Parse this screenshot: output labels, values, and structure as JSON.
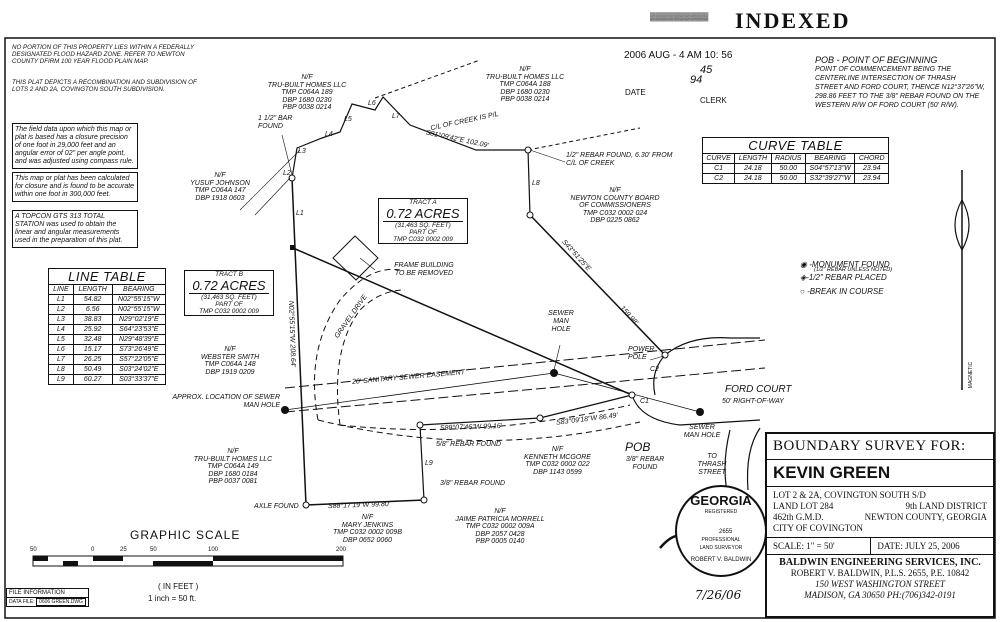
{
  "stamp": {
    "top_text": "INDEXED",
    "date_line": "2006 AUG - 4  AM 10: 56",
    "page_line1": "45",
    "page_line2": "94",
    "date_label": "DATE",
    "clerk": "CLERK"
  },
  "flood_note": "NO PORTION OF THIS PROPERTY LIES WITHIN A FEDERALLY DESIGNATED FLOOD HAZARD ZONE. REFER TO NEWTON COUNTY DFIRM 100 YEAR FLOOD PLAIN MAP.",
  "recombination_note": "THIS PLAT DEPICTS A RECOMBINATION AND SUBDIVISION OF LOTS 2 AND 2A, COVINGTON SOUTH SUBDIVISION.",
  "field_note": "The field data upon which this map or plat is based has a closure precision of one foot in 29,000 feet and an angular error of 02\" per angle point, and was adjusted using compass rule.",
  "closure_note": "This map or plat has been calculated for closure and is found to be accurate within one foot in 300,000 feet.",
  "instrument_note": "A TOPCON GTS 313 TOTAL STATION was used to obtain the linear and angular measurements used in the preparation of this plat.",
  "pob_note": {
    "title": "POB - POINT OF BEGINNING",
    "text": "POINT OF COMMENCEMENT BEING THE CENTERLINE INTERSECTION OF THRASH STREET AND FORD COURT, THENCE N12°37'26\"W, 298.86 FEET TO THE 3/8\" REBAR FOUND ON THE WESTERN R/W OF FORD COURT (50' R/W)."
  },
  "curve_table": {
    "title": "CURVE TABLE",
    "headers": [
      "CURVE",
      "LENGTH",
      "RADIUS",
      "BEARING",
      "CHORD"
    ],
    "rows": [
      [
        "C1",
        "24.18",
        "50.00",
        "S04°57'13\"W",
        "23.94"
      ],
      [
        "C2",
        "24.18",
        "50.00",
        "S32°39'27\"W",
        "23.94"
      ]
    ]
  },
  "line_table": {
    "title": "LINE TABLE",
    "headers": [
      "LINE",
      "LENGTH",
      "BEARING"
    ],
    "rows": [
      [
        "L1",
        "54.82",
        "N02°55'15\"W"
      ],
      [
        "L2",
        "6.56",
        "N02°55'15\"W"
      ],
      [
        "L3",
        "38.83",
        "N29°02'19\"E"
      ],
      [
        "L4",
        "25.92",
        "S64°23'53\"E"
      ],
      [
        "L5",
        "32.48",
        "N29°48'39\"E"
      ],
      [
        "L6",
        "15.17",
        "S73°26'49\"E"
      ],
      [
        "L7",
        "26.25",
        "S57°22'05\"E"
      ],
      [
        "L8",
        "50.49",
        "S03°24'02\"E"
      ],
      [
        "L9",
        "60.27",
        "S03°33'37\"E"
      ]
    ]
  },
  "legend": {
    "monument": "-MONUMENT FOUND",
    "monument_sub": "(1/2\" REBAR UNLESS NOTED)",
    "rebar": "-1/2\" REBAR PLACED",
    "break": "-BREAK IN COURSE"
  },
  "tracts": {
    "a": {
      "name": "TRACT A",
      "acres": "0.72 ACRES",
      "sqft": "(31,463 SQ. FEET)",
      "part": "PART OF",
      "tmp": "TMP C032 0002 009"
    },
    "b": {
      "name": "TRACT B",
      "acres": "0.72 ACRES",
      "sqft": "(31,463 SQ. FEET)",
      "part": "PART OF",
      "tmp": "TMP C032 0002 009"
    }
  },
  "owners": {
    "tru1": [
      "N/F",
      "TRU-BUILT HOMES LLC",
      "TMP C064A 189",
      "DBP 1680 0230",
      "PBP 0038 0214"
    ],
    "tru2": [
      "N/F",
      "TRU-BUILT HOMES LLC",
      "TMP C064A 188",
      "DBP 1680 0230",
      "PBP 0038 0214"
    ],
    "yusuf": [
      "N/F",
      "YUSUF JOHNSON",
      "TMP C064A 147",
      "DBP 1918 0603"
    ],
    "newton": [
      "N/F",
      "NEWTON COUNTY BOARD",
      "OF COMMISSIONERS",
      "TMP C032 0002 024",
      "DBP 0225 0862"
    ],
    "webster": [
      "N/F",
      "WEBSTER SMITH",
      "TMP C064A 148",
      "DBP 1919 0209"
    ],
    "tru3": [
      "N/F",
      "TRU-BUILT HOMES LLC",
      "TMP C064A 149",
      "DBP 1680 0184",
      "PBP 0037 0081"
    ],
    "kenneth": [
      "N/F",
      "KENNETH MCGORE",
      "TMP C032 0002 022",
      "DBP 1143 0599"
    ],
    "mary": [
      "N/F",
      "MARY JENKINS",
      "TMP C032 0002 009B",
      "DBP 0652 0060"
    ],
    "jaime": [
      "N/F",
      "JAIME PATRICIA MORRELL",
      "TMP C032 0002 009A",
      "DBP 2057 0428",
      "PBP 0005 0140"
    ]
  },
  "map_labels": {
    "bar_found": "1 1/2\" BAR FOUND",
    "creek_pl": "C/L OF CREEK IS P/L",
    "creek_bearing": "S81°09'42\"E 102.09'",
    "rebar_630": "1/2\" REBAR FOUND, 6.30' FROM C/L OF CREEK",
    "east_bearing": "S43°51'25\"E",
    "east_dist": "159.98'",
    "west_bearing": "N02°55'15\"W 208.64'",
    "frame": "FRAME BUILDING TO BE REMOVED",
    "gravel": "GRAVEL DRIVE",
    "sewer_easement": "20' SANITARY SEWER EASEMENT",
    "sewer_hole": "SEWER MAN HOLE",
    "sewer_hole2": "SEWER MAN HOLE",
    "sewer_approx": "APPROX. LOCATION OF SEWER MAN HOLE",
    "power_pole": "POWER POLE",
    "ford_court": "FORD COURT",
    "row": "50' RIGHT-OF-WAY",
    "to_thrash": "TO THRASH STREET",
    "b1": "S88°07'46\"W 99.16'",
    "b2": "S83°09'18\"W 86.49'",
    "b3": "S88°17'19\"W 99.80'",
    "rebar_58": "5/8\" REBAR FOUND",
    "rebar_38": "3/8\" REBAR FOUND",
    "axle": "AXLE FOUND",
    "pob": "POB",
    "pob_rebar": "3/8\" REBAR FOUND",
    "c1": "C1",
    "c2": "C2",
    "l1": "L1",
    "l2": "L2",
    "l3": "L3",
    "l4": "L4",
    "l5": "L5",
    "l6": "L6",
    "l7": "L7",
    "l8": "L8",
    "l9": "L9",
    "magnetic": "MAGNETIC"
  },
  "scale": {
    "title": "GRAPHIC SCALE",
    "ticks": [
      "50",
      "0",
      "25",
      "50",
      "100",
      "200"
    ],
    "in_feet": "( IN FEET )",
    "ratio": "1 inch = 50 ft."
  },
  "file_info": {
    "title": "FILE INFORMATION",
    "label": "DATA FILE:",
    "value": "0606 GREEN.DWG"
  },
  "title_block": {
    "heading": "BOUNDARY SURVEY FOR:",
    "client": "KEVIN GREEN",
    "lot": "LOT 2 & 2A, COVINGTON SOUTH S/D",
    "land_lot": "LAND LOT 284",
    "district": "9th LAND DISTRICT",
    "gmd": "462th G.M.D.",
    "county": "NEWTON COUNTY, GEORGIA",
    "city": "CITY OF COVINGTON",
    "scale": "SCALE: 1\" = 50'",
    "date": "DATE: JULY 25, 2006",
    "firm": "BALDWIN ENGINEERING SERVICES, INC.",
    "surveyor": "ROBERT V. BALDWIN, P.L.S. 2655, P.E. 10842",
    "address": "150 WEST WASHINGTON STREET",
    "city_phone": "MADISON, GA 30650  PH:(706)342-0191"
  },
  "seal": {
    "state": "GEORGIA",
    "registered": "REGISTERED",
    "number": "2655",
    "professional": "PROFESSIONAL",
    "land": "LAND SURVEYOR",
    "name": "ROBERT V. BALDWIN",
    "signed_date": "7/26/06"
  }
}
